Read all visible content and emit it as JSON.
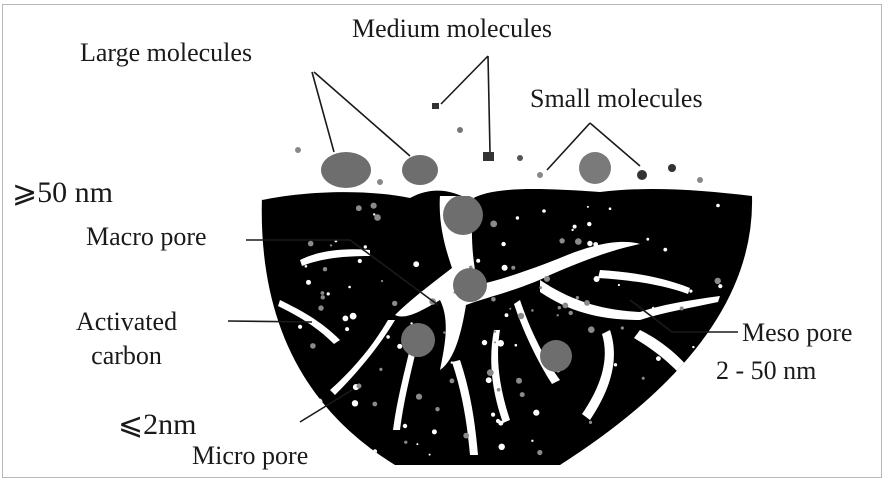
{
  "labels": {
    "large_molecules": "Large molecules",
    "medium_molecules": "Medium molecules",
    "small_molecules": "Small molecules",
    "gt_50nm": "⩾50 nm",
    "macro_pore": "Macro pore",
    "activated_carbon": "Activated\ncarbon",
    "meso_pore": "Meso pore",
    "meso_range": "2 - 50 nm",
    "lt_2nm": "⩽2nm",
    "micro_pore": "Micro pore"
  },
  "colors": {
    "carbon": "#000000",
    "molecule": "#6e6e6e",
    "molecule_light": "#9a9a9a",
    "pore_white": "#ffffff",
    "leader_line": "#1a1a1a"
  }
}
